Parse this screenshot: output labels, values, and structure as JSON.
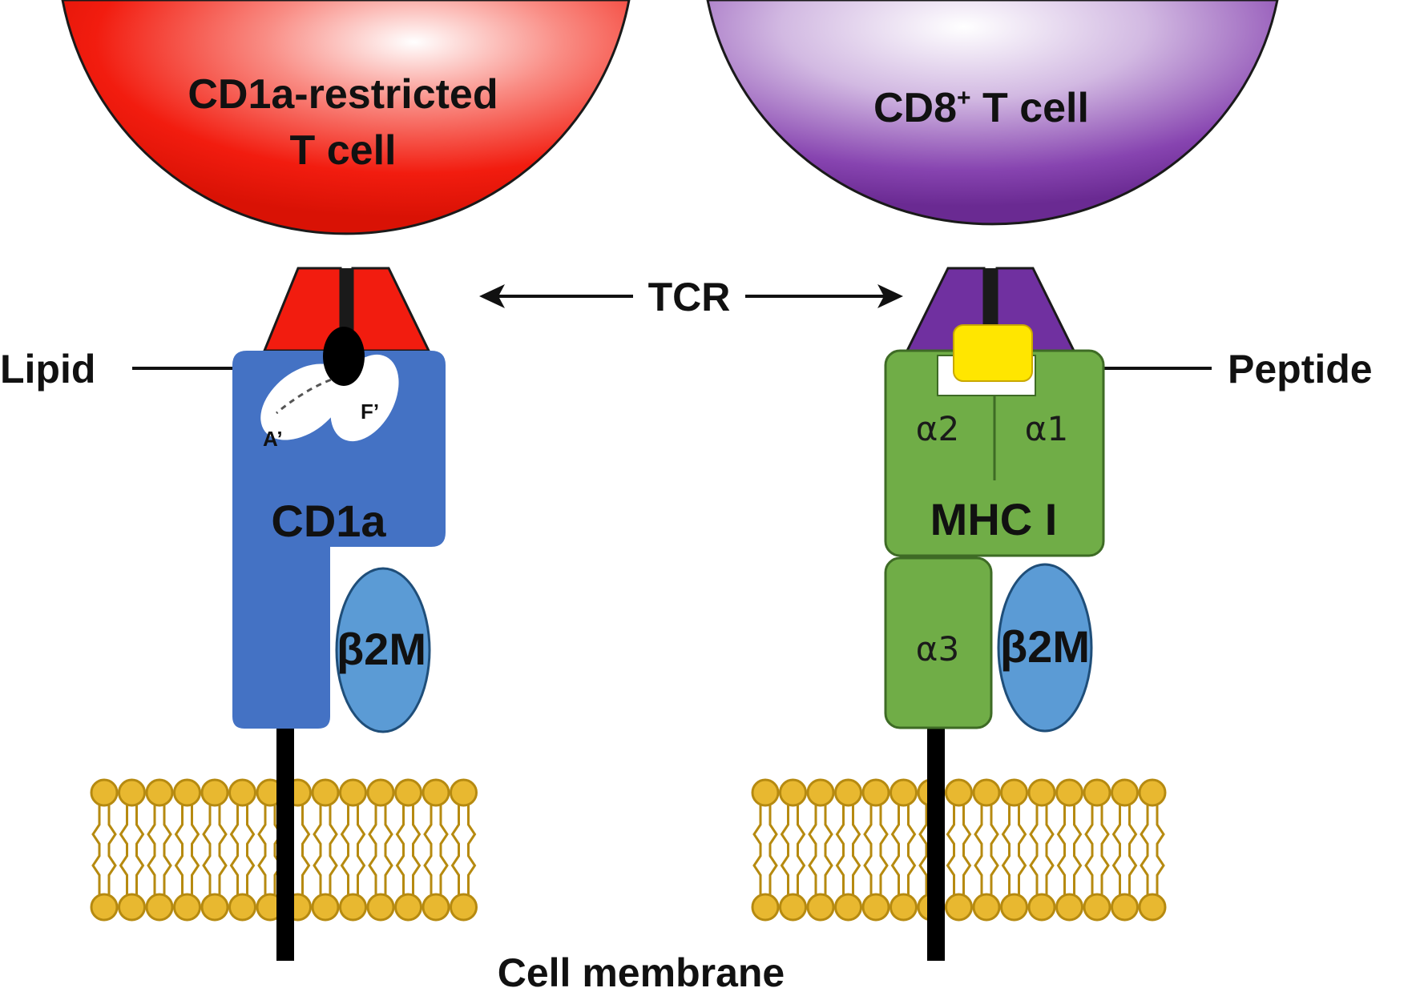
{
  "labels": {
    "cd1a_cell_line1": "CD1a-restricted",
    "cd1a_cell_line2": "T cell",
    "cd8_cell_main": "CD8",
    "cd8_cell_sup": "+",
    "cd8_cell_rest": " T cell",
    "tcr": "TCR",
    "lipid": "Lipid",
    "peptide": "Peptide",
    "cd1a": "CD1a",
    "mhc1": "MHC I",
    "b2m": "β2M",
    "alpha1": "α1",
    "alpha2": "α2",
    "alpha3": "α3",
    "a_prime": "A’",
    "f_prime": "F’",
    "membrane": "Cell membrane"
  },
  "colors": {
    "cd1a_cell": "#f21c0f",
    "cd8_cell": "#7e3aa6",
    "cd1a_protein": "#4472c4",
    "b2m": "#5b9bd5",
    "mhc": "#70ad47",
    "mhc_border": "#3e6b25",
    "peptide": "#ffe600",
    "lipid_head": "#000000",
    "membrane": "#e8b830",
    "membrane_border": "#b68a10",
    "tcr_red": "#f21c0f",
    "tcr_purple": "#7030a0"
  }
}
